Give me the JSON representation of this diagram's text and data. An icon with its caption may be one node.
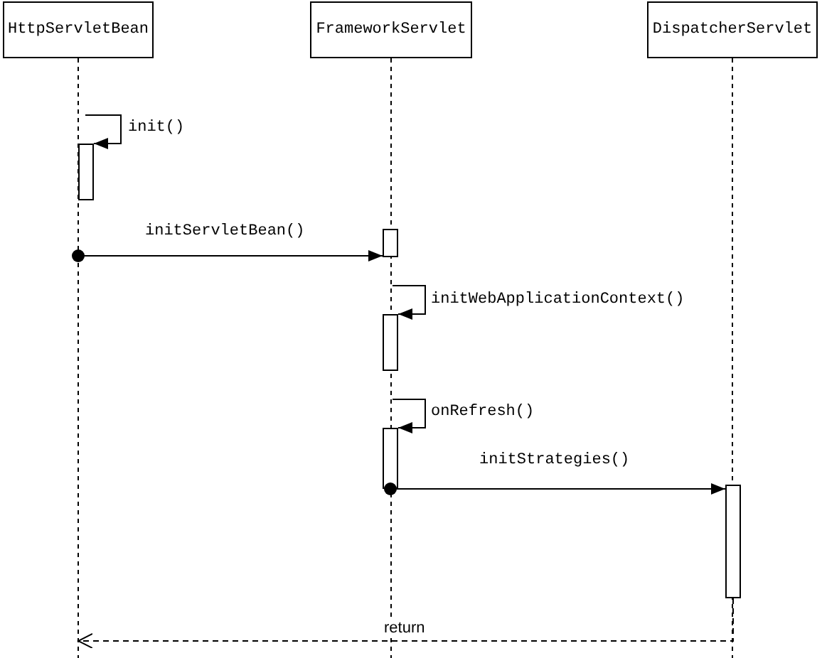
{
  "diagram": {
    "nodes": [
      {
        "text": [
          "HttpServletBean"
        ]
      },
      {
        "text": [
          "FrameworkServlet"
        ]
      },
      {
        "text": [
          "DispatcherServlet"
        ]
      },
      {
        "text": [],
        "shape": "bar"
      },
      {
        "text": [],
        "shape": "bar"
      },
      {
        "text": [],
        "shape": "bar"
      },
      {
        "text": [],
        "shape": "bar"
      },
      {
        "text": [],
        "shape": "bar"
      }
    ],
    "edges": [
      {
        "from": null,
        "to": 3,
        "arrow": "to",
        "label": "init()"
      },
      {
        "from": null,
        "to": 4,
        "arrow": "to",
        "label": "initServletBean()"
      },
      {
        "from": null,
        "to": 5,
        "arrow": "to",
        "label": "initWebApplicationContext()"
      },
      {
        "from": null,
        "to": 6,
        "arrow": "to",
        "label": "onRefresh()"
      },
      {
        "from": 6,
        "to": 7,
        "arrow": "to",
        "label": "initStrategies()"
      },
      {
        "from": 7,
        "to": null,
        "arrow": "to",
        "label": "return",
        "style": "dashed"
      }
    ]
  }
}
